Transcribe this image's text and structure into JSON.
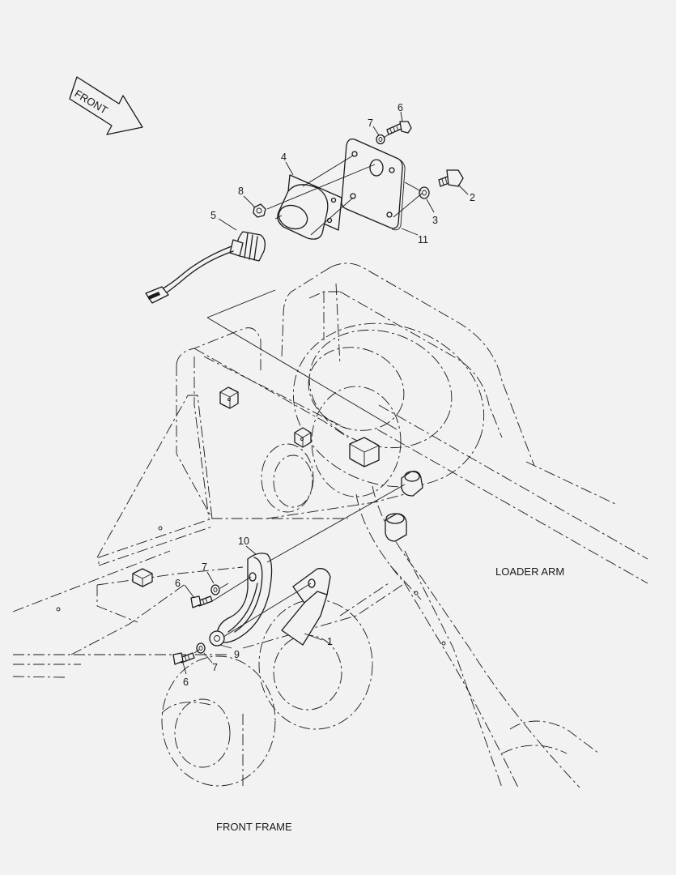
{
  "labels": {
    "front_arrow": "FRONT",
    "loader_arm": "LOADER ARM",
    "front_frame": "FRONT FRAME"
  },
  "callouts": {
    "c1": "1",
    "c2": "2",
    "c3": "3",
    "c4": "4",
    "c5": "5",
    "c6_top": "6",
    "c6_mid": "6",
    "c6_bot": "6",
    "c7_top": "7",
    "c7_mid": "7",
    "c7_bot": "7",
    "c8": "8",
    "c9": "9",
    "c10": "10",
    "c11": "11"
  }
}
